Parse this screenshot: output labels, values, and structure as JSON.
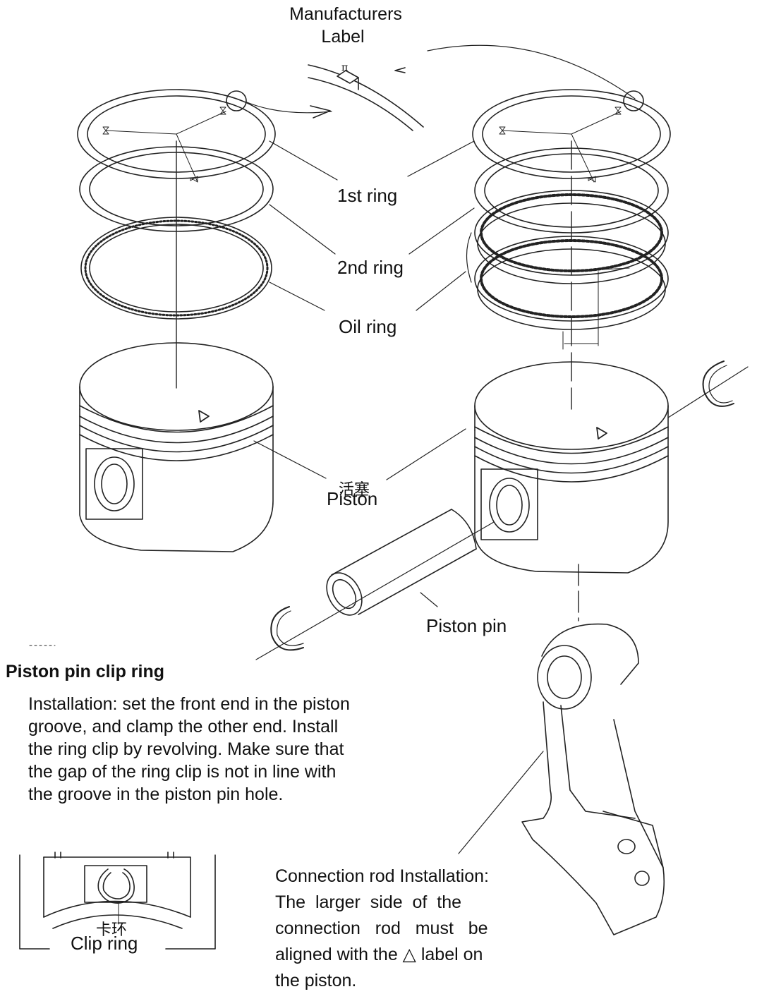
{
  "labels": {
    "manufacturers_label_line1": "Manufacturers",
    "manufacturers_label_line2": "Label",
    "ring1": "1st ring",
    "ring2": "2nd ring",
    "oil_ring": "Oil ring",
    "piston_cn": "活塞",
    "piston": "Piston",
    "piston_pin": "Piston pin",
    "clip_ring_cn": "卡环",
    "clip_ring": "Clip ring",
    "maker_mark": "π"
  },
  "clip_section": {
    "heading": "Piston pin clip ring",
    "lines": [
      "Installation: set the front end in the piston",
      "groove, and clamp the other end. Install",
      "the ring clip by revolving. Make sure that",
      "the gap of the ring clip is not in line with",
      "the groove in the piston pin hole."
    ]
  },
  "rod_section": {
    "lines": [
      "Connection rod Installation:",
      "The  larger  side  of  the",
      "connection   rod   must   be",
      "aligned with the △ label on",
      "the piston."
    ]
  },
  "colors": {
    "line": "#222222",
    "background": "#ffffff"
  }
}
